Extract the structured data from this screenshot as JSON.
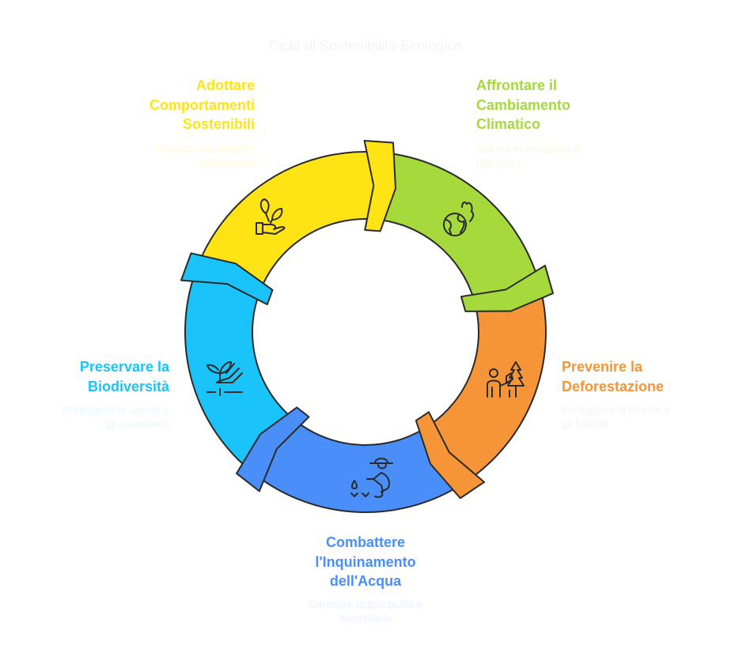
{
  "title": "Ciclo di Sostenibilità Ecologica",
  "colors": {
    "yellow": "#FFE415",
    "green": "#A5D93C",
    "orange": "#F69538",
    "blue": "#4A8EF9",
    "cyan": "#1BC3FB",
    "outline": "#2A2A2A",
    "title": "#F4F4F4"
  },
  "steps": [
    {
      "id": "adottare",
      "title_lines": [
        "Adottare",
        "Comportamenti",
        "Sostenibili"
      ],
      "description_lines": [
        "Promuovere pratiche",
        "consapevoli"
      ],
      "color": "#FFE415",
      "desc_color": "#FFFBD8",
      "icon": "hand-plant-icon"
    },
    {
      "id": "affrontare",
      "title_lines": [
        "Affrontare il",
        "Cambiamento",
        "Climatico"
      ],
      "description_lines": [
        "Ridurre le emissioni di",
        "gas serra"
      ],
      "color": "#A5D93C",
      "desc_color": "#F2FBE2",
      "icon": "burning-globe-icon"
    },
    {
      "id": "prevenire",
      "title_lines": [
        "Prevenire la",
        "Deforestazione"
      ],
      "description_lines": [
        "Proteggere le foreste e",
        "gli habitat"
      ],
      "color": "#F69538",
      "desc_color": "#F4F4F4",
      "icon": "person-tree-icon"
    },
    {
      "id": "combattere",
      "title_lines": [
        "Combattere",
        "l'Inquinamento",
        "dell'Acqua"
      ],
      "description_lines": [
        "Garantire acqua pulita e",
        "accessibile"
      ],
      "color": "#4A8EF9",
      "desc_color": "#EAF1FE",
      "icon": "farmer-water-icon"
    },
    {
      "id": "preservare",
      "title_lines": [
        "Preservare la",
        "Biodiversità"
      ],
      "description_lines": [
        "Proteggere le specie e",
        "gli ecosistemi"
      ],
      "color": "#1BC3FB",
      "desc_color": "#E7F8FE",
      "icon": "sprout-soil-icon"
    }
  ]
}
